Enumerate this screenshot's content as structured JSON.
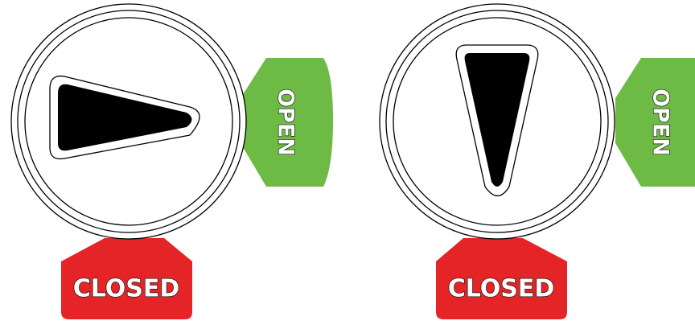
{
  "valves": [
    {
      "state": "open",
      "open_label": "OPEN",
      "closed_label": "CLOSED"
    },
    {
      "state": "closed",
      "open_label": "OPEN",
      "closed_label": "CLOSED"
    }
  ],
  "colors": {
    "open_tag": "#6dbb44",
    "closed_tag": "#e52427",
    "pointer": "#000000",
    "outline": "#000000",
    "background": "#ffffff"
  }
}
